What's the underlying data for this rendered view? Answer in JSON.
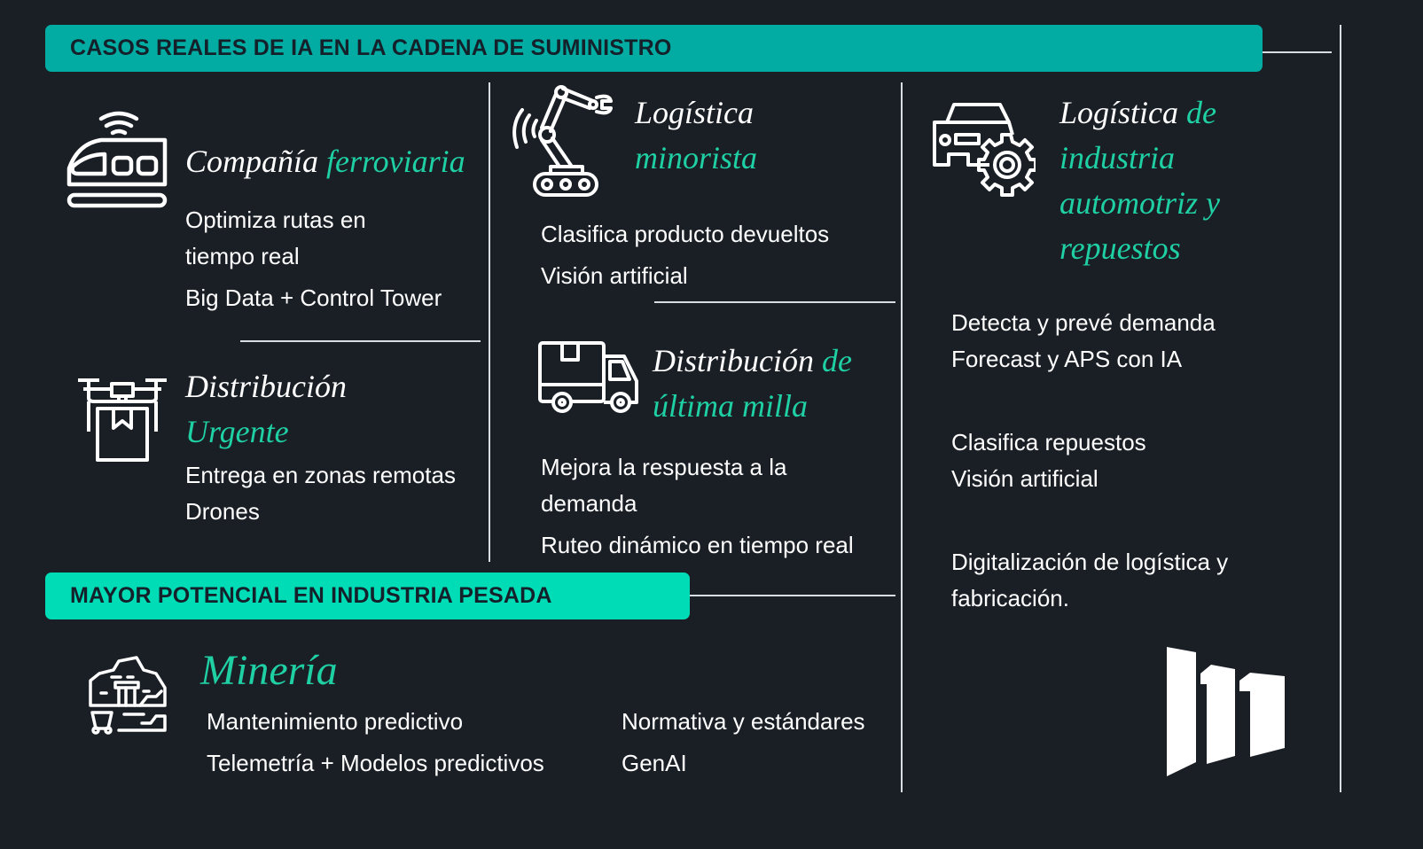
{
  "banners": {
    "top": "CASOS REALES DE IA EN LA CADENA DE SUMINISTRO",
    "bottom": "MAYOR POTENCIAL EN INDUSTRIA PESADA"
  },
  "colors": {
    "background": "#1a1f26",
    "banner_top": "#02aca3",
    "banner_bottom": "#00dcb6",
    "accent_text": "#1fd0a4",
    "divider": "#d8dde4"
  },
  "cases": {
    "ferroviaria": {
      "icon": "train-wifi-icon",
      "title_white": "Compañía",
      "title_accent": "ferroviaria",
      "lines": [
        "Optimiza rutas en",
        "tiempo real",
        "Big Data + Control Tower"
      ]
    },
    "urgente": {
      "icon": "drone-package-icon",
      "title_white": "Distribución",
      "title_accent": "Urgente",
      "lines": [
        "Entrega en zonas remotas",
        "Drones"
      ]
    },
    "minorista": {
      "icon": "robot-arm-icon",
      "title_white": "Logística",
      "title_accent": "minorista",
      "lines": [
        "Clasifica producto devueltos",
        "Visión artificial"
      ]
    },
    "ultima_milla": {
      "icon": "delivery-truck-icon",
      "title_white": "Distribución",
      "title_accent_1": "de",
      "title_accent_2": "última milla",
      "lines": [
        "Mejora la respuesta a la",
        "demanda",
        "Ruteo dinámico en tiempo real"
      ]
    },
    "automotriz": {
      "icon": "car-gear-icon",
      "title_white": "Logística",
      "title_accent_1": "de",
      "title_accent_2": "industria",
      "title_accent_3": "automotriz y",
      "title_accent_4": "repuestos",
      "group1": [
        "Detecta y prevé demanda",
        "Forecast y APS con IA"
      ],
      "group2": [
        "Clasifica repuestos",
        "Visión artificial"
      ],
      "group3": [
        "Digitalización de logística y",
        "fabricación."
      ]
    },
    "mineria": {
      "icon": "mine-icon",
      "title_accent": "Minería",
      "col1": [
        "Mantenimiento predictivo",
        "Telemetría + Modelos predictivos"
      ],
      "col2": [
        "Normativa y estándares",
        "GenAI"
      ]
    }
  },
  "logo": {
    "icon": "brand-logo-icon"
  }
}
